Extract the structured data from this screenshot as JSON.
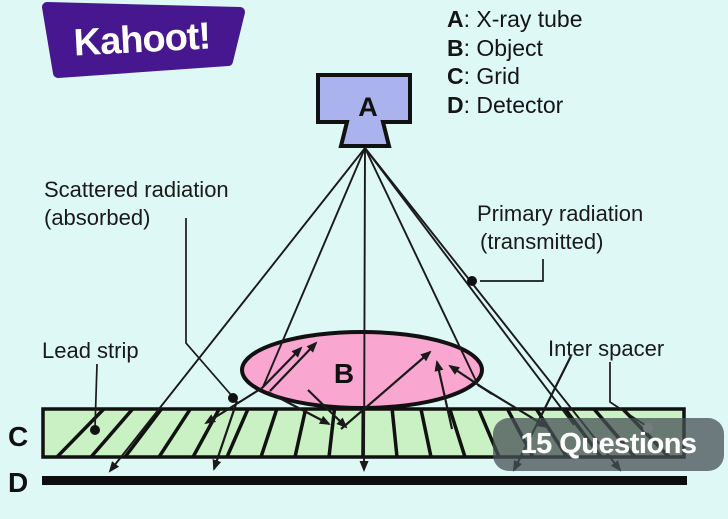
{
  "logo": {
    "text": "Kahoot!"
  },
  "legend": {
    "items": [
      {
        "key": "A",
        "desc": ": X-ray tube"
      },
      {
        "key": "B",
        "desc": ": Object"
      },
      {
        "key": "C",
        "desc": ": Grid"
      },
      {
        "key": "D",
        "desc": ": Detector"
      }
    ]
  },
  "diagram": {
    "labels": {
      "scattered_1": "Scattered radiation",
      "scattered_2": "(absorbed)",
      "primary_1": "Primary radiation",
      "primary_2": "(transmitted)",
      "lead_strip": "Lead strip",
      "inter_spacer": "Inter spacer",
      "xray_tube_letter": "A",
      "object_letter": "B",
      "grid_letter": "C",
      "detector_letter": "D"
    }
  },
  "badge": {
    "text": "15 Questions"
  },
  "colors": {
    "background": "#def8f5",
    "kahoot_purple": "#46178f",
    "tube_fill": "#aab3ed",
    "object_fill": "#f9a6d0",
    "grid_fill": "#c9f1c3",
    "line": "#1a1a1a",
    "badge_bg": "rgba(70,80,84,0.75)",
    "badge_text": "#ffffff"
  }
}
